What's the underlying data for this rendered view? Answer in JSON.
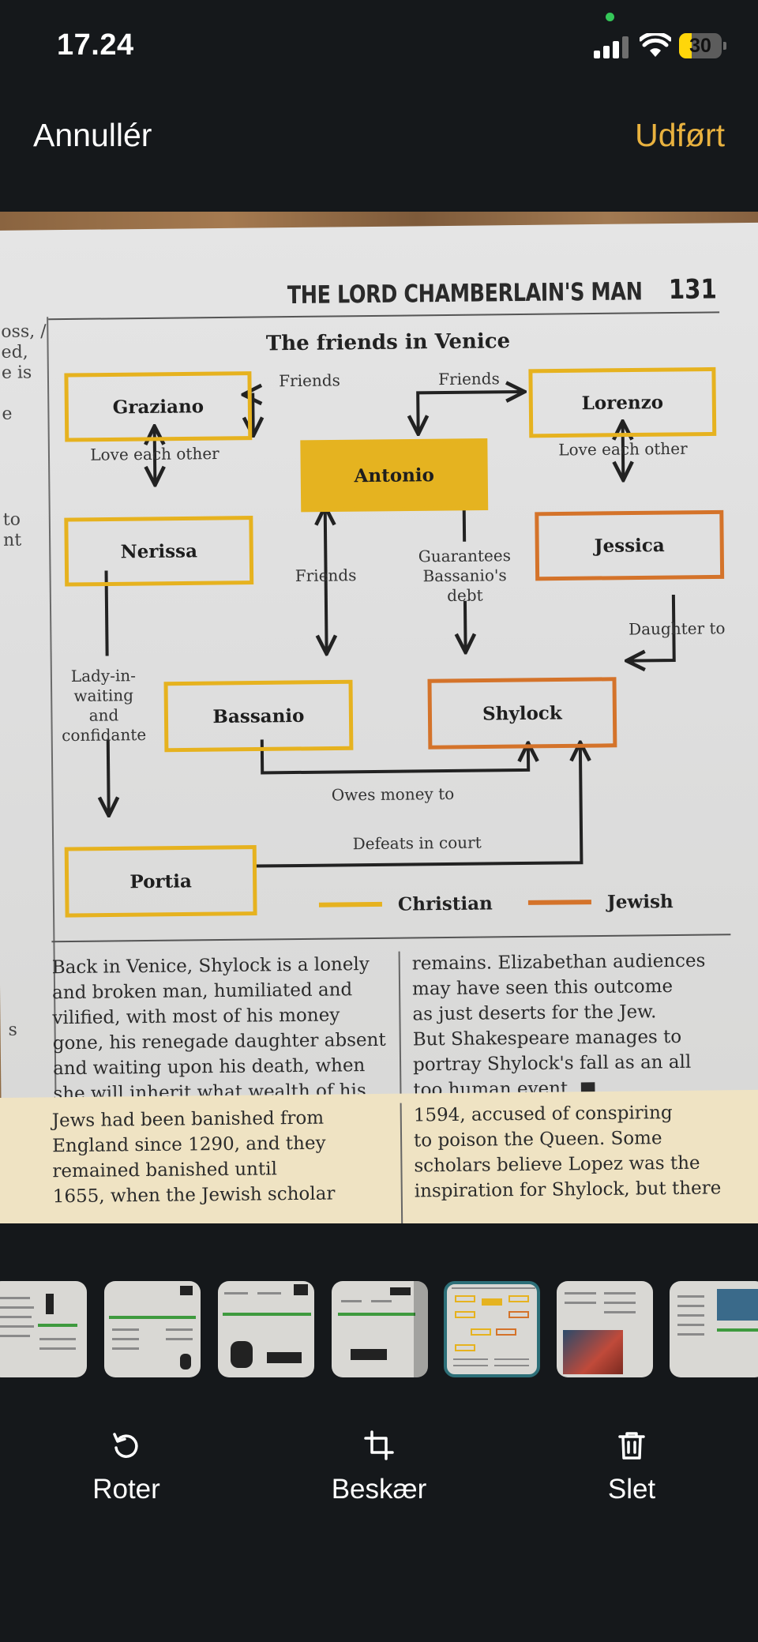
{
  "status_bar": {
    "time": "17.24",
    "battery_percent": 30
  },
  "nav": {
    "cancel_label": "Annullér",
    "done_label": "Udført"
  },
  "page": {
    "header_title": "THE LORD CHAMBERLAIN'S MAN",
    "page_number": "131",
    "left_margin_fragments": [
      "oss, /",
      "ed,",
      "e is",
      "e",
      "to",
      "nt",
      "s"
    ],
    "diagram": {
      "title": "The friends in Venice",
      "nodes": {
        "graziano": "Graziano",
        "lorenzo": "Lorenzo",
        "antonio": "Antonio",
        "nerissa": "Nerissa",
        "jessica": "Jessica",
        "bassanio": "Bassanio",
        "shylock": "Shylock",
        "portia": "Portia"
      },
      "edge_labels": {
        "friends_left": "Friends",
        "friends_right": "Friends",
        "love_left": "Love each other",
        "love_right": "Love each other",
        "friends_center": "Friends",
        "guarantees_1": "Guarantees",
        "guarantees_2": "Bassanio's",
        "guarantees_3": "debt",
        "daughter_to": "Daughter to",
        "lady_1": "Lady-in-",
        "lady_2": "waiting",
        "lady_3": "and",
        "lady_4": "confidante",
        "owes_money": "Owes money to",
        "defeats_in_court": "Defeats in court"
      },
      "legend": {
        "christian": "Christian",
        "jewish": "Jewish"
      },
      "colors": {
        "christian": "#e6b21f",
        "jewish": "#d4732a",
        "antonio_fill": "#e5b320"
      }
    },
    "body_left": [
      "Back in Venice, Shylock is a lonely",
      "and broken man, humiliated and",
      "vilified, with most of his money",
      "gone, his renegade daughter absent",
      "and waiting upon his death, when",
      "she will inherit what wealth of his"
    ],
    "body_right": [
      "remains. Elizabethan audiences",
      "may have seen this outcome",
      "as just deserts for the Jew.",
      "But Shakespeare manages to",
      "portray Shylock's fall as an all",
      "too human event. ■"
    ],
    "box_left": [
      "Jews had been banished from",
      "England since 1290, and they",
      "remained banished until",
      "1655, when the Jewish scholar"
    ],
    "box_right": [
      "1594, accused of conspiring",
      "to poison the Queen. Some",
      "scholars believe Lopez was the",
      "inspiration for Shylock, but there"
    ]
  },
  "thumbnails": {
    "selected_index": 4,
    "count": 7
  },
  "toolbar": {
    "rotate_label": "Roter",
    "crop_label": "Beskær",
    "delete_label": "Slet"
  }
}
